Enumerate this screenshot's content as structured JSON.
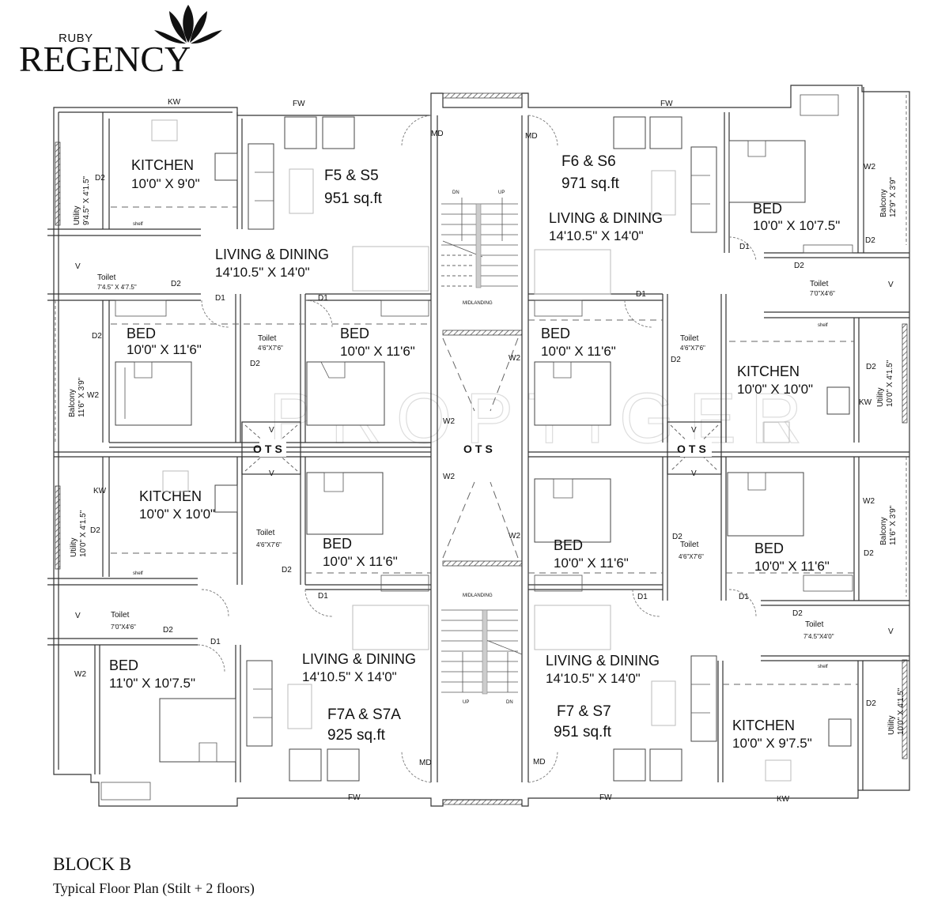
{
  "brand": {
    "small": "RUBY",
    "big": "REGENCY",
    "icon": "lotus-icon"
  },
  "watermark": "PROPTIGER",
  "footer": {
    "title": "BLOCK B",
    "subtitle": "Typical Floor Plan (Stilt + 2 floors)"
  },
  "units": [
    {
      "id": "f5",
      "name": "F5 & S5",
      "area": "951 sq.ft"
    },
    {
      "id": "f6",
      "name": "F6 & S6",
      "area": "971 sq.ft"
    },
    {
      "id": "f7a",
      "name": "F7A & S7A",
      "area": "925 sq.ft"
    },
    {
      "id": "f7",
      "name": "F7 & S7",
      "area": "951 sq.ft"
    }
  ],
  "rooms": {
    "f5_kitchen": {
      "name": "KITCHEN",
      "dim": "10'0\" X 9'0\""
    },
    "f5_living": {
      "name": "LIVING & DINING",
      "dim": "14'10.5\" X 14'0\""
    },
    "f5_utility": {
      "name": "Utility",
      "dim": "9'4.5\" X 4'1.5\""
    },
    "f5_toilet": {
      "name": "Toilet",
      "dim": "7'4.5\" X 4'7.5\""
    },
    "f5_bed1": {
      "name": "BED",
      "dim": "10'0\" X 11'6\""
    },
    "f5_bed2": {
      "name": "BED",
      "dim": "10'0\" X 11'6\""
    },
    "f5_toilet2": {
      "name": "Toilet",
      "dim": "4'6\"X7'6\""
    },
    "f5_balcony": {
      "name": "Balcony",
      "dim": "11'6\" X 3'9\""
    },
    "f6_living": {
      "name": "LIVING & DINING",
      "dim": "14'10.5\" X 14'0\""
    },
    "f6_bed1": {
      "name": "BED",
      "dim": "10'0\" X 10'7.5\""
    },
    "f6_balcony": {
      "name": "Balcony",
      "dim": "12'9\" X 3'9\""
    },
    "f6_toilet": {
      "name": "Toilet",
      "dim": "7'0\"X4'6\""
    },
    "f6_bed2": {
      "name": "BED",
      "dim": "10'0\" X 11'6\""
    },
    "f6_toilet2": {
      "name": "Toilet",
      "dim": "4'6\"X7'6\""
    },
    "f6_kitchen": {
      "name": "KITCHEN",
      "dim": "10'0\" X 10'0\""
    },
    "f6_utility": {
      "name": "Utility",
      "dim": "10'0\" X 4'1.5\""
    },
    "f7a_kitchen": {
      "name": "KITCHEN",
      "dim": "10'0\" X 10'0\""
    },
    "f7a_utility": {
      "name": "Utility",
      "dim": "10'0\" X 4'1.5\""
    },
    "f7a_toilet2": {
      "name": "Toilet",
      "dim": "4'6\"X7'6\""
    },
    "f7a_bed2": {
      "name": "BED",
      "dim": "10'0\" X 11'6\""
    },
    "f7a_toilet": {
      "name": "Toilet",
      "dim": "7'0\"X4'6\""
    },
    "f7a_bed1": {
      "name": "BED",
      "dim": "11'0\" X 10'7.5\""
    },
    "f7a_living": {
      "name": "LIVING & DINING",
      "dim": "14'10.5\" X 14'0\""
    },
    "f7_bed2": {
      "name": "BED",
      "dim": "10'0\" X 11'6\""
    },
    "f7_toilet2": {
      "name": "Toilet",
      "dim": "4'6\"X7'6\""
    },
    "f7_bed1": {
      "name": "BED",
      "dim": "10'0\" X 11'6\""
    },
    "f7_balcony": {
      "name": "Balcony",
      "dim": "11'6\" X 3'9\""
    },
    "f7_toilet": {
      "name": "Toilet",
      "dim": "7'4.5\"X4'0\""
    },
    "f7_living": {
      "name": "LIVING & DINING",
      "dim": "14'10.5\" X 14'0\""
    },
    "f7_kitchen": {
      "name": "KITCHEN",
      "dim": "10'0\" X 9'7.5\""
    },
    "f7_utility": {
      "name": "Utility",
      "dim": "10'0\" X 4'1.5\""
    }
  },
  "symbols": {
    "kw": "KW",
    "fw": "FW",
    "md": "MD",
    "d1": "D1",
    "d2": "D2",
    "w2": "W2",
    "v": "V",
    "ots": "OTS",
    "shelf": "shelf",
    "up": "UP",
    "dn": "DN",
    "midlanding": "MIDLANDING"
  }
}
